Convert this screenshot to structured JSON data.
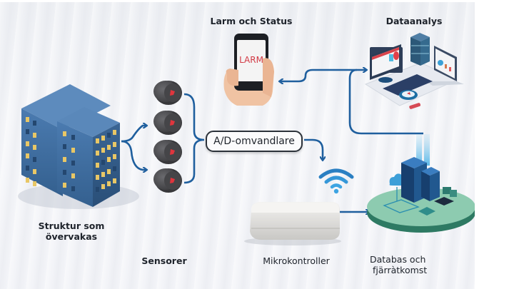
{
  "diagram": {
    "nodes": {
      "structure": {
        "label_line1": "Struktur som",
        "label_line2": "övervakas",
        "icon": "building-icon"
      },
      "sensors": {
        "label": "Sensorer",
        "count": 4,
        "icon": "sensor-icon"
      },
      "adc": {
        "label": "A/D-omvandlare"
      },
      "microcontroller": {
        "label": "Mikrokontroller",
        "icon": "microcontroller-box-icon"
      },
      "wireless": {
        "icon": "wifi-icon"
      },
      "alarm": {
        "label": "Larm och Status",
        "screen_text": "LARM",
        "icon": "smartphone-icon"
      },
      "analysis": {
        "label": "Dataanalys",
        "icon": "workstation-icon"
      },
      "database": {
        "label_line1": "Databas och",
        "label_line2": "fjärràtkomst",
        "icon": "cloud-datacenter-icon"
      }
    },
    "colors": {
      "arrow": "#1f5f9e",
      "building": "#3f6d9f",
      "window_lit": "#e8c766",
      "sensor": "#4a4a4d",
      "sensor_mark": "#e0353d",
      "alarm_text": "#d23a45",
      "platform": "#8cc9ae",
      "server": "#1e4f86"
    }
  }
}
